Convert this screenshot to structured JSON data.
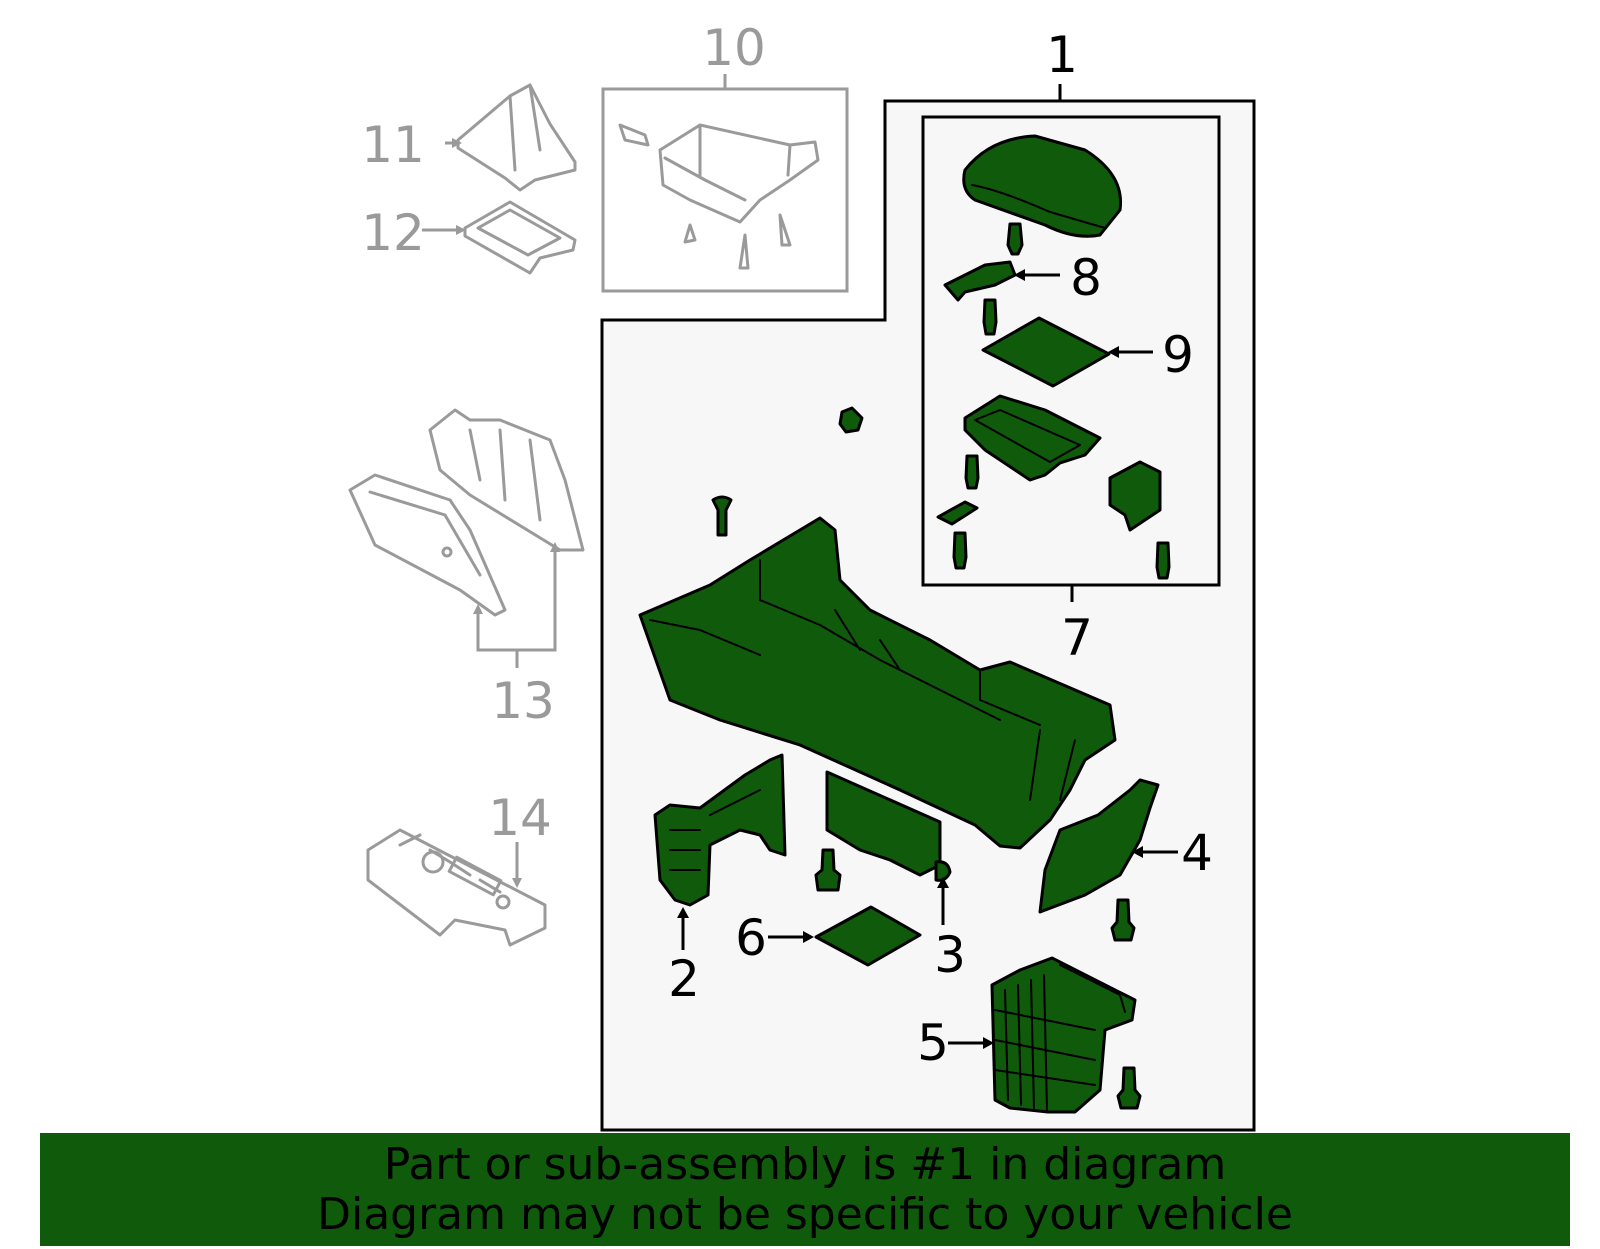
{
  "colors": {
    "accent": "#0f5a0b",
    "related_part": "#9a9a9a",
    "panel_bg": "#f7f7f7"
  },
  "callouts": {
    "c1": "1",
    "c2": "2",
    "c3": "3",
    "c4": "4",
    "c5": "5",
    "c6": "6",
    "c7": "7",
    "c8": "8",
    "c9": "9",
    "c10": "10",
    "c11": "11",
    "c12": "12",
    "c13": "13",
    "c14": "14"
  },
  "banner": {
    "line1": "Part or sub-assembly is #1 in diagram",
    "line2": "Diagram may not be specific to your vehicle"
  }
}
